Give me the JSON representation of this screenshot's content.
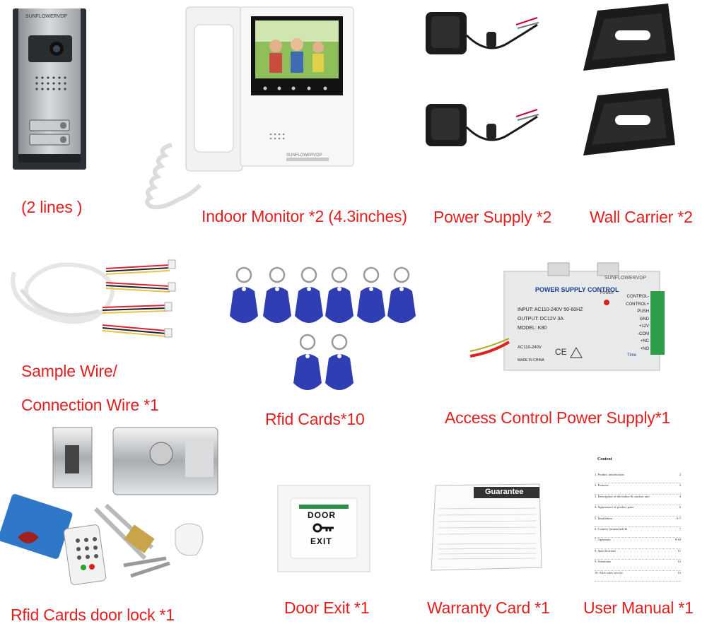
{
  "products": {
    "door_station": {
      "brand": "SUNFLOWERVDP",
      "caption": "(2 lines )"
    },
    "indoor_monitor": {
      "brand": "SUNFLOWERVDP",
      "caption": "Indoor Monitor *2 (4.3inches)"
    },
    "power_supply": {
      "caption": "Power Supply *2"
    },
    "wall_carrier": {
      "caption": "Wall Carrier *2"
    },
    "wire": {
      "caption_line1": "Sample Wire/",
      "caption_line2": "Connection Wire *1"
    },
    "rfid_cards": {
      "caption": "Rfid Cards*10"
    },
    "access_power": {
      "brand": "SUNFLOWERVDP",
      "title": "POWER SUPPLY CONTROL",
      "power_label": "POWER",
      "input": "INPUT: AC110-240V  50-60HZ",
      "output": "OUTPUT:  DC12V   3A",
      "model": "MODEL: K80",
      "ac": "AC110-240V",
      "made_in": "MADE IN CHINA",
      "time": "Time",
      "terminals": [
        "CONTROL-",
        "CONTROL+",
        "PUSH",
        "GND",
        "+12V",
        "-COM",
        "+NC",
        "+NO"
      ],
      "caption": "Access Control Power Supply*1"
    },
    "door_lock": {
      "caption": "Rfid Cards door lock *1"
    },
    "door_exit": {
      "line1": "DOOR",
      "line2": "EXIT",
      "caption": "Door Exit *1"
    },
    "warranty": {
      "title": "Guarantee",
      "caption": "Warranty Card *1"
    },
    "manual": {
      "title": "Content",
      "entries": [
        "1.  Product introduction",
        "2.  Features",
        "3.  Description of the indoor & outdoor unit",
        "4.  Appearance of product parts",
        "5.  Installation",
        "6.  Connect (unmarked) &",
        "7.  Operation",
        "8.  Specifications",
        "9.  Attentions",
        "10.  After sales service"
      ],
      "pages": [
        "2",
        "3",
        "4",
        "6",
        "6-7",
        "7",
        "8-10",
        "11",
        "12",
        "13"
      ],
      "caption": "User Manual *1"
    }
  }
}
